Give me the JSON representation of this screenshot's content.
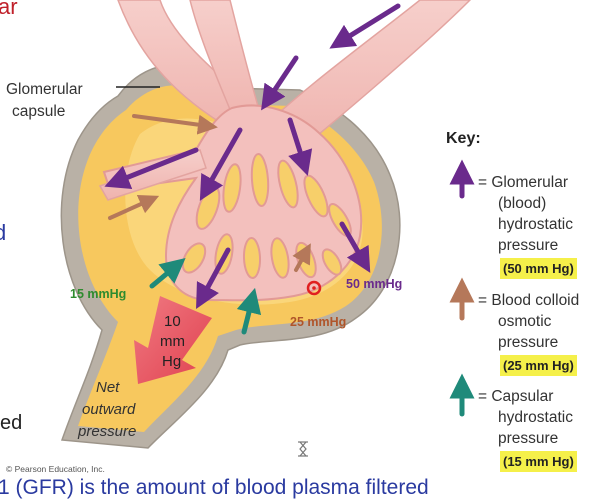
{
  "fragments": {
    "top_left": "ar",
    "mid_left": "d",
    "ed_left": "ed",
    "bottom_line": "1  (GFR) is the amount of blood plasma filtered"
  },
  "labels": {
    "glomerular_capsule": [
      "Glomerular",
      "capsule"
    ],
    "capsular_value": "15 mmHg",
    "glomerular_value": "50 mmHg",
    "colloid_value": "25 mmHg",
    "net_value": [
      "10",
      "mm",
      "Hg"
    ],
    "net_label": [
      "Net",
      "outward",
      "pressure"
    ],
    "credit": "© Pearson Education, Inc."
  },
  "key": {
    "title": "Key:",
    "items": [
      {
        "lines": [
          "= Glomerular",
          "(blood)",
          "hydrostatic",
          "pressure"
        ],
        "value": "(50 mm Hg)",
        "color": "#6a2a8c"
      },
      {
        "lines": [
          "= Blood colloid",
          "osmotic",
          "pressure"
        ],
        "value": "(25 mm Hg)",
        "color": "#b5785a"
      },
      {
        "lines": [
          "= Capsular",
          "hydrostatic",
          "pressure"
        ],
        "value": "(15 mm Hg)",
        "color": "#1f8a7a"
      }
    ]
  },
  "colors": {
    "capsule_fill": "#f7c85e",
    "capsule_edge": "#b9b1a6",
    "vessel": "#f4c5c2",
    "glomerular_arrow": "#6a2a8c",
    "colloid_arrow": "#b5785a",
    "capsular_arrow": "#1f8a7a",
    "net_arrow": "#e8505d",
    "label_green": "#2e8b2e",
    "label_purple": "#6a2a8c",
    "label_brown": "#b0552a",
    "red_fragment": "#c0202a",
    "blue_fragment": "#2a3aa0",
    "highlight": "#f5f04a"
  }
}
